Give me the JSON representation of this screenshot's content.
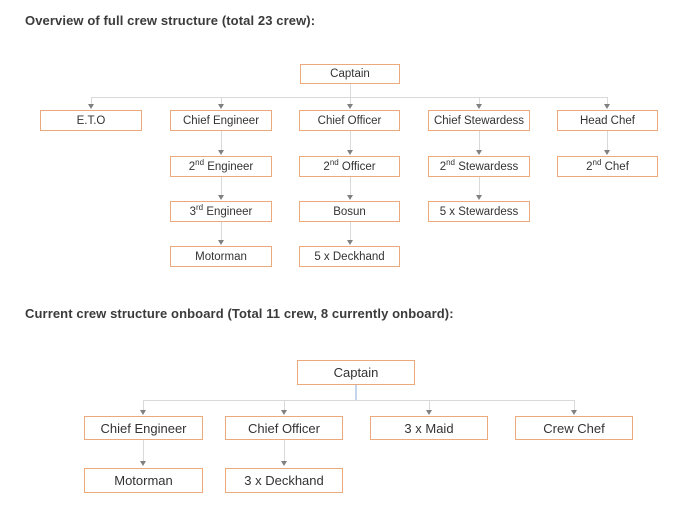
{
  "colors": {
    "box_border": "#ecaa7c",
    "box_background": "#ffffff",
    "box_text": "#333333",
    "title_text": "#3b3b3b",
    "connector_line": "#d9d9d9",
    "arrowhead": "#808080",
    "captain_stub_blue": "#c5d3ec"
  },
  "chart1": {
    "title": "Overview of full crew structure (total 23 crew):",
    "nodes": {
      "captain": "Captain",
      "eto": "E.T.O",
      "chief_engineer": "Chief Engineer",
      "chief_officer": "Chief Officer",
      "chief_stewardess": "Chief Stewardess",
      "head_chef": "Head Chef",
      "second_engineer": {
        "num": "2",
        "sup": "nd",
        "rest": " Engineer"
      },
      "second_officer": {
        "num": "2",
        "sup": "nd",
        "rest": " Officer"
      },
      "second_stewardess": {
        "num": "2",
        "sup": "nd",
        "rest": " Stewardess"
      },
      "second_chef": {
        "num": "2",
        "sup": "nd",
        "rest": " Chef"
      },
      "third_engineer": {
        "num": "3",
        "sup": "rd",
        "rest": " Engineer"
      },
      "bosun": "Bosun",
      "stewardess_group": "5 x Stewardess",
      "motorman": "Motorman",
      "deckhand_group": "5 x Deckhand"
    },
    "edges": [
      {
        "from": "Captain",
        "to": "E.T.O"
      },
      {
        "from": "Captain",
        "to": "Chief Engineer"
      },
      {
        "from": "Captain",
        "to": "Chief Officer"
      },
      {
        "from": "Captain",
        "to": "Chief Stewardess"
      },
      {
        "from": "Captain",
        "to": "Head Chef"
      },
      {
        "from": "Chief Engineer",
        "to": "2nd Engineer"
      },
      {
        "from": "2nd Engineer",
        "to": "3rd Engineer"
      },
      {
        "from": "3rd Engineer",
        "to": "Motorman"
      },
      {
        "from": "Chief Officer",
        "to": "2nd Officer"
      },
      {
        "from": "2nd Officer",
        "to": "Bosun"
      },
      {
        "from": "Bosun",
        "to": "5 x Deckhand"
      },
      {
        "from": "Chief Stewardess",
        "to": "2nd Stewardess"
      },
      {
        "from": "2nd Stewardess",
        "to": "5 x Stewardess"
      },
      {
        "from": "Head Chef",
        "to": "2nd Chef"
      }
    ]
  },
  "chart2": {
    "title": "Current crew structure onboard (Total 11 crew, 8 currently onboard):",
    "nodes": {
      "captain": "Captain",
      "chief_engineer": "Chief Engineer",
      "chief_officer": "Chief Officer",
      "maid_group": "3 x Maid",
      "crew_chef": "Crew Chef",
      "motorman": "Motorman",
      "deckhand_group": "3 x Deckhand"
    },
    "edges": [
      {
        "from": "Captain",
        "to": "Chief Engineer"
      },
      {
        "from": "Captain",
        "to": "Chief Officer"
      },
      {
        "from": "Captain",
        "to": "3 x Maid"
      },
      {
        "from": "Captain",
        "to": "Crew Chef"
      },
      {
        "from": "Chief Engineer",
        "to": "Motorman"
      },
      {
        "from": "Chief Officer",
        "to": "3 x Deckhand"
      }
    ]
  }
}
